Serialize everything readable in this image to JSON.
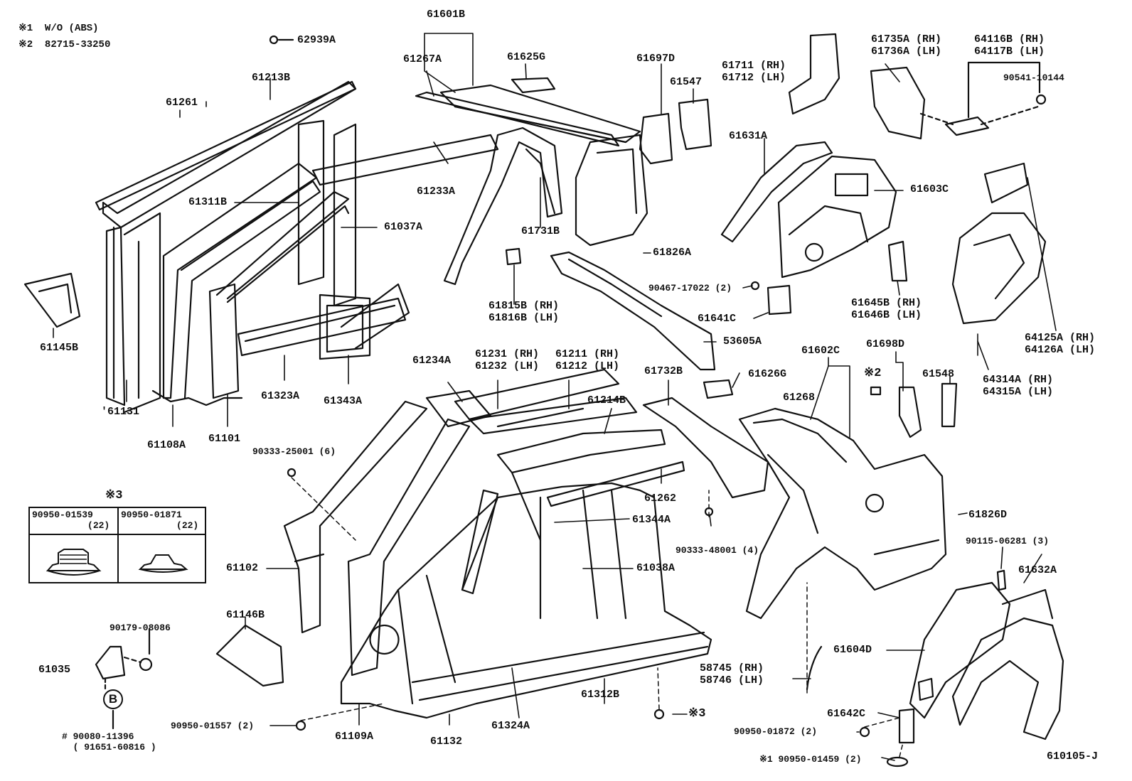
{
  "notes": {
    "note1": "※1  W/O (ABS)",
    "note2": "※2  82715-33250"
  },
  "legend": {
    "title": "※3",
    "col1": "90950-01539\n          (22)",
    "col2": "90950-01871\n          (22)"
  },
  "badge": "B",
  "diagram_id": "610105-J",
  "labels": {
    "p62939A": "62939A",
    "p61601B": "61601B",
    "p61267A": "61267A",
    "p61625G": "61625G",
    "p61697D": "61697D",
    "p61547": "61547",
    "p61711": "61711 (RH)\n61712 (LH)",
    "p61735A": "61735A (RH)\n61736A (LH)",
    "p64116B": "64116B (RH)\n64117B (LH)",
    "p90541": "90541-10144",
    "p61213B": "61213B",
    "p61261": "61261",
    "p61631A": "61631A",
    "p61603C": "61603C",
    "p61233A": "61233A",
    "p61311B": "61311B",
    "p61037A": "61037A",
    "p61731B": "61731B",
    "p61826A": "61826A",
    "p61815B": "61815B (RH)\n61816B (LH)",
    "p90467": "90467-17022 (2)",
    "p61641C": "61641C",
    "p61645B": "61645B (RH)\n61646B (LH)",
    "p64125A": "64125A (RH)\n64126A (LH)",
    "p61145B": "61145B",
    "p53605A": "53605A",
    "p61602C": "61602C",
    "p61698D": "61698D",
    "p61131": "'61131",
    "p61323A": "61323A",
    "p61343A": "61343A",
    "p61234A": "61234A",
    "p61231": "61231 (RH)\n61232 (LH)",
    "p61211": "61211 (RH)\n61212 (LH)",
    "p61732B": "61732B",
    "p61626G": "61626G",
    "p61268": "61268",
    "p64314A": "64314A (RH)\n64315A (LH)",
    "p61548": "61548",
    "note2mark": "※2",
    "p61108A": "61108A",
    "p61101": "61101",
    "p61214B": "61214B",
    "p90333_25001": "90333-25001 (6)",
    "p61262": "61262",
    "p61826D": "61826D",
    "p61344A": "61344A",
    "p90333_48001": "90333-48001 (4)",
    "p90115": "90115-06281 (3)",
    "p61632A": "61632A",
    "p61102": "61102",
    "p61038A": "61038A",
    "p61146B": "61146B",
    "p90179": "90179-08086",
    "p61035": "61035",
    "p61604D": "61604D",
    "p58745": "58745 (RH)\n58746 (LH)",
    "p61312B": "61312B",
    "mark3": "※3",
    "p61642C": "61642C",
    "p90950_01557": "90950-01557 (2)",
    "p90950_01872": "90950-01872 (2)",
    "p61109A": "61109A",
    "p61324A": "61324A",
    "p61132": "61132",
    "p90080": "# 90080-11396\n  ( 91651-60816 )",
    "p90950_01459": "※1 90950-01459 (2)"
  }
}
